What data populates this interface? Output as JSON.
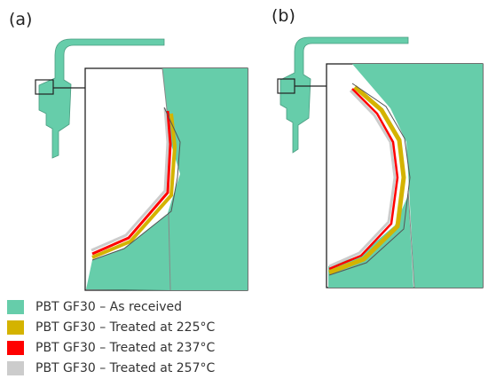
{
  "panels": [
    {
      "label": "(a)"
    },
    {
      "label": "(b)"
    }
  ],
  "legend": [
    {
      "label": "PBT GF30 – As received",
      "color": "#66cdaa"
    },
    {
      "label": "PBT GF30 – Treated at 225°C",
      "color": "#d4b300"
    },
    {
      "label": "PBT GF30 – Treated at 237°C",
      "color": "#ff0000"
    },
    {
      "label": "PBT GF30 – Treated at 257°C",
      "color": "#cccccc"
    }
  ],
  "colors": {
    "material": "#66cdaa",
    "outline": "#333333"
  }
}
